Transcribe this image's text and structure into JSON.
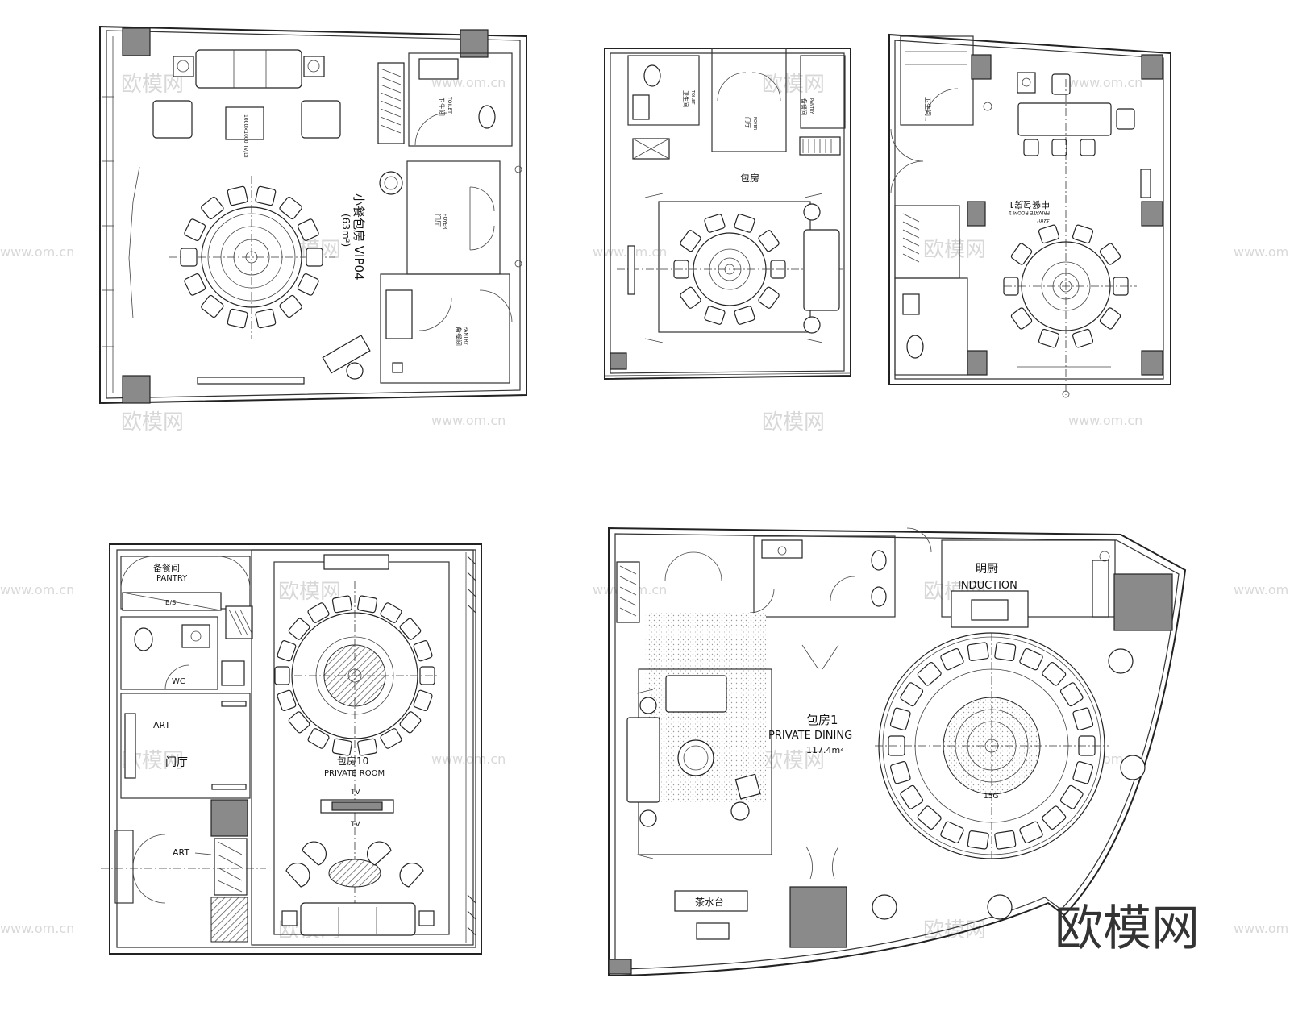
{
  "plans": {
    "top_left": {
      "room_name": "小餐包房 VIP04",
      "area": "(63m²)",
      "toilet_cn": "卫生间",
      "toilet_en": "TOILET",
      "foyer_cn": "门厅",
      "foyer_en": "FOYER",
      "pantry_cn": "备餐间",
      "pantry_en": "PANTRY",
      "tv_note": "1000×1000 TV/DI"
    },
    "top_middle": {
      "room_cn": "包房",
      "toilet_cn": "卫生间",
      "toilet_en": "TOILET",
      "foyer_cn": "门厅",
      "foyer_en": "FOYER",
      "pantry_cn": "备餐间",
      "pantry_en": "PANTRY"
    },
    "top_right": {
      "room_cn": "中餐包房1",
      "room_en": "PRIVATE ROOM 1",
      "area": "32m²",
      "toilet_cn": "卫生间"
    },
    "bottom_left": {
      "pantry_cn": "备餐间",
      "pantry_en": "PANTRY",
      "wc": "WC",
      "art1": "ART",
      "foyer_cn": "门厅",
      "art2": "ART",
      "room_cn": "包房10",
      "room_en": "PRIVATE ROOM",
      "tv1": "TV",
      "tv2": "TV",
      "hw": "B/S"
    },
    "bottom_right": {
      "induction_cn": "明厨",
      "induction_en": "INDUCTION",
      "room_cn": "包房1",
      "room_en": "PRIVATE DINING",
      "area": "117.4m²",
      "tea_cn": "茶水台",
      "gate": "15G"
    }
  },
  "watermarks": {
    "cn": "欧模网",
    "url": "www.om.cn"
  },
  "logo_text": "欧模网"
}
